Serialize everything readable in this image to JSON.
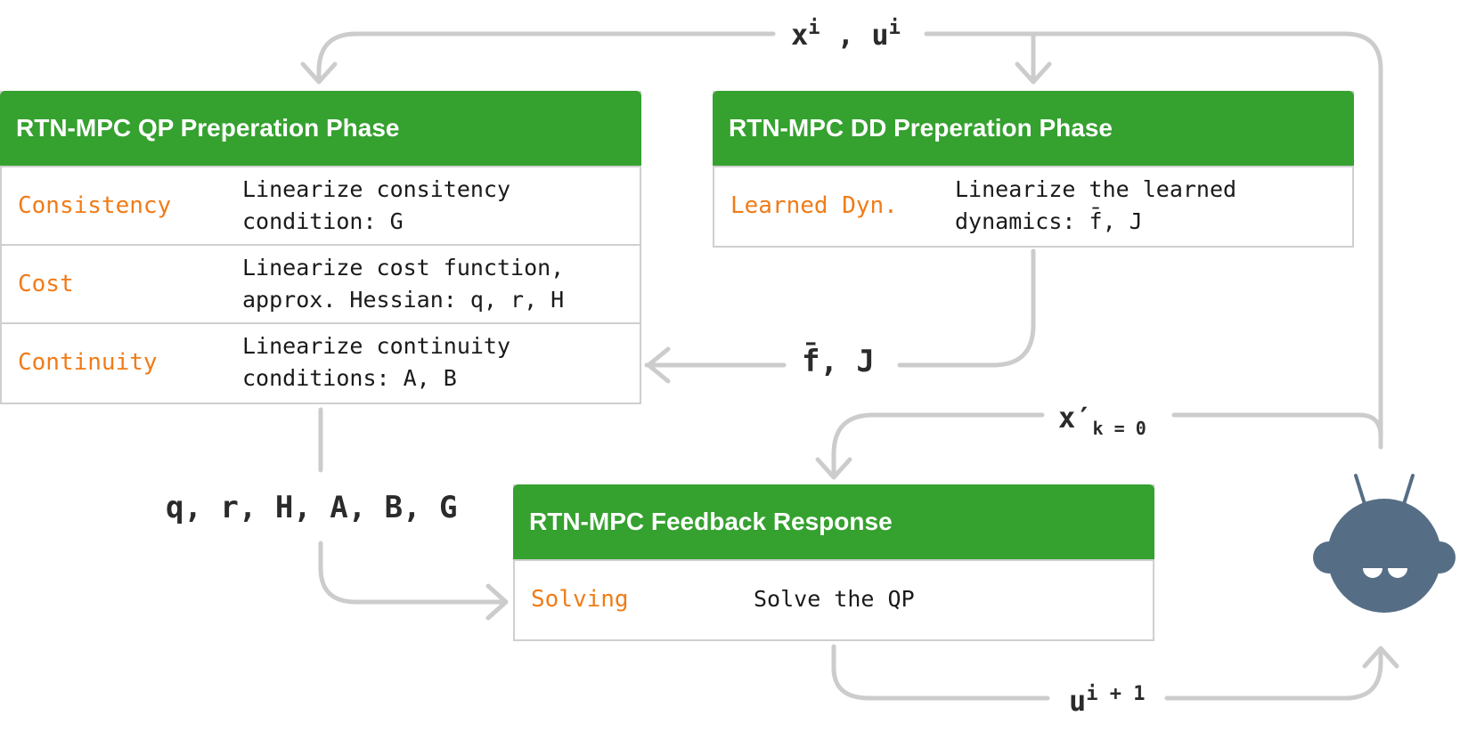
{
  "boxes": {
    "qp": {
      "title": "RTN-MPC QP Preperation Phase",
      "rows": [
        {
          "key": "Consistency",
          "value": "Linearize consitency\ncondition: G"
        },
        {
          "key": "Cost",
          "value": "Linearize cost function,\napprox. Hessian: q, r, H"
        },
        {
          "key": "Continuity",
          "value": "Linearize continuity\nconditions: A, B"
        }
      ]
    },
    "dd": {
      "title": "RTN-MPC DD Preperation Phase",
      "rows": [
        {
          "key": "Learned Dyn.",
          "value": "Linearize the learned\ndynamics: f̄, J"
        }
      ]
    },
    "fb": {
      "title": "RTN-MPC Feedback Response",
      "rows": [
        {
          "key": "Solving",
          "value": "Solve the QP"
        }
      ]
    }
  },
  "labels": {
    "state_input": {
      "x": "x",
      "x_sup": "i",
      "sep": " , ",
      "u": "u",
      "u_sup": "i"
    },
    "dyn": "f̄, J",
    "qp_terms": "q, r, H, A, B, G",
    "measured_state": {
      "base": "x′",
      "sub": "k = 0"
    },
    "next_input": {
      "base": "u",
      "sup": "i + 1"
    }
  },
  "colors": {
    "header_green": "#35a12f",
    "key_orange": "#f07c18",
    "arrow_gray": "#cccccc",
    "robot": "#566e85"
  },
  "icons": {
    "robot": "robot-icon"
  }
}
